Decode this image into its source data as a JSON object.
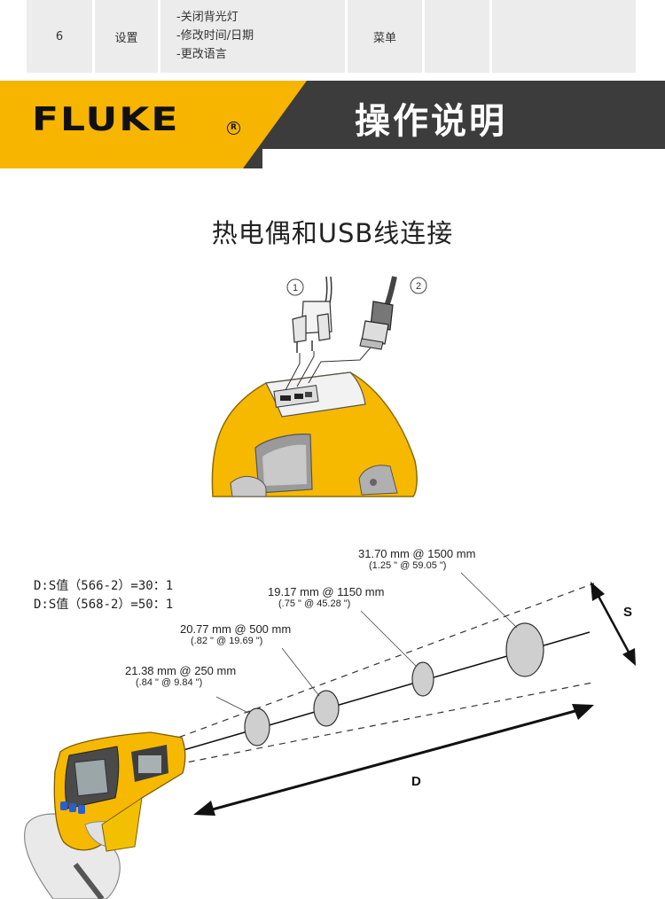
{
  "table_row": {
    "number": "6",
    "name": "设置",
    "functions": [
      "-关闭背光灯",
      "-修改时间/日期",
      "-更改语言"
    ],
    "location": "菜单",
    "extra1": "",
    "extra2": ""
  },
  "banner": {
    "brand": "FLUKE",
    "registered_mark": "R",
    "title": "操作说明",
    "colors": {
      "yellow": "#f7b500",
      "dark": "#3c3c3c"
    }
  },
  "section": {
    "title": "热电偶和USB线连接",
    "callouts": [
      "1",
      "2"
    ]
  },
  "spot_diagram": {
    "ratios": [
      "D:S值（566-2）=30：1",
      "D:S值（568-2）=50：1"
    ],
    "spots": [
      {
        "main": "21.38 mm @ 250 mm",
        "sub": "(.84 \" @ 9.84 \")"
      },
      {
        "main": "20.77 mm @ 500 mm",
        "sub": "(.82 \" @ 19.69 \")"
      },
      {
        "main": "19.17 mm @ 1150 mm",
        "sub": "(.75 \" @ 45.28 \")"
      },
      {
        "main": "31.70 mm @ 1500 mm",
        "sub": "(1.25 \" @ 59.05 \")"
      }
    ],
    "axis_s": "S",
    "axis_d": "D"
  }
}
